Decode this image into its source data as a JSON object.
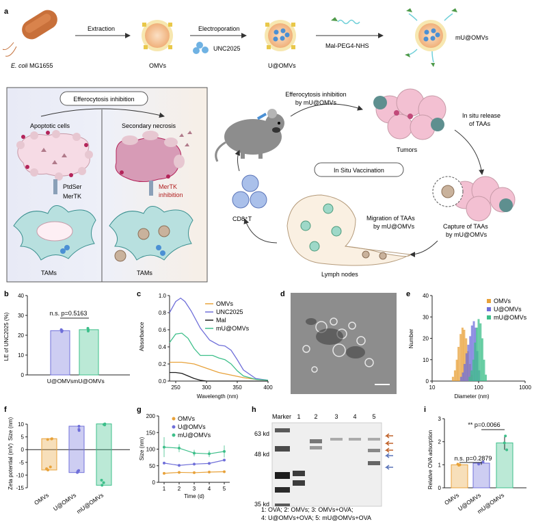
{
  "panels": {
    "a": {
      "letter": "a",
      "ecoli_italic": "E. coli",
      "ecoli_strain": " MG1655",
      "extraction": "Extraction",
      "omvs": "OMVs",
      "electroporation": "Electroporation",
      "unc2025": "UNC2025",
      "u_omvs": "U@OMVs",
      "linker": "Mal-PEG4-NHS",
      "mu_omvs": "mU@OMVs",
      "efferocytosis_box": "Efferocytosis inhibition",
      "apoptotic_cells": "Apoptotic cells",
      "secondary_necrosis": "Secondary necrosis",
      "ptdser": "PtdSer",
      "mertk": "MerTK",
      "mertk_inhibition_1": "MerTK",
      "mertk_inhibition_2": "inhibition",
      "tams_left": "TAMs",
      "tams_right": "TAMs",
      "eff_inhib_1": "Efferocytosis inhibition",
      "eff_inhib_2": "by mU@OMVs",
      "insitu_release_1": "In situ release",
      "insitu_release_2": "of TAAs",
      "tumors": "Tumors",
      "insitu_vaccination": "In Situ Vaccination",
      "cd8t": "CD8⁺T",
      "migration_1": "Migration of TAAs",
      "migration_2": "by mU@OMVs",
      "capture_1": "Capture of TAAs",
      "capture_2": "by mU@OMVs",
      "lymph_nodes": "Lymph nodes"
    },
    "b": {
      "letter": "b",
      "annotation": "n.s. p=0.5163"
    },
    "c": {
      "letter": "c"
    },
    "d": {
      "letter": "d"
    },
    "e": {
      "letter": "e"
    },
    "f": {
      "letter": "f"
    },
    "g": {
      "letter": "g"
    },
    "h": {
      "letter": "h",
      "marker_label": "Marker",
      "lanes": [
        "1",
        "2",
        "3",
        "4",
        "5"
      ],
      "kd_labels": [
        "63 kd",
        "48 kd",
        "35 kd"
      ],
      "legend_1": "1: OVA;   2: OMVs;   3: OMVs+OVA;",
      "legend_2": "4: U@OMVs+OVA;   5: mU@OMVs+OVA"
    },
    "i": {
      "letter": "i",
      "ann_ns": "n.s. p=0.2879",
      "ann_sig": "** p=0.0066"
    }
  },
  "colors": {
    "omvs": "#E8A23A",
    "u_omvs": "#6F6FD9",
    "mu_omvs": "#3DBF8A",
    "mal": "#1a1a1a"
  },
  "chart_data": [
    {
      "id": "b",
      "type": "bar",
      "categories": [
        "U@OMVs",
        "mU@OMVs"
      ],
      "values": [
        22.3,
        22.8
      ],
      "points": [
        [
          21.8,
          22.3,
          22.8
        ],
        [
          22.1,
          22.7,
          23.5
        ]
      ],
      "ylabel": "LE of UNC2025 (%)",
      "ylim": [
        0,
        40
      ],
      "yticks": [
        0,
        10,
        20,
        30,
        40
      ]
    },
    {
      "id": "c",
      "type": "line",
      "xlabel": "Wavelength (nm)",
      "ylabel": "Absorbance",
      "xlim": [
        240,
        400
      ],
      "ylim": [
        0,
        1.0
      ],
      "xticks": [
        250,
        300,
        350,
        400
      ],
      "yticks": [
        0.0,
        0.2,
        0.4,
        0.6,
        0.8,
        1.0
      ],
      "legend_placement": "top-right",
      "series": [
        {
          "name": "OMVs",
          "x": [
            240,
            250,
            260,
            270,
            280,
            300,
            320,
            340,
            360,
            380,
            400
          ],
          "y": [
            0.22,
            0.22,
            0.22,
            0.21,
            0.2,
            0.15,
            0.1,
            0.07,
            0.04,
            0.02,
            0.01
          ]
        },
        {
          "name": "UNC2025",
          "x": [
            240,
            250,
            258,
            265,
            275,
            290,
            305,
            320,
            330,
            340,
            350,
            360,
            380,
            400
          ],
          "y": [
            0.8,
            0.93,
            0.97,
            0.93,
            0.82,
            0.62,
            0.48,
            0.42,
            0.41,
            0.36,
            0.25,
            0.13,
            0.03,
            0.01
          ]
        },
        {
          "name": "Mal",
          "x": [
            240,
            250,
            260,
            270,
            280,
            290,
            300,
            400
          ],
          "y": [
            0.1,
            0.1,
            0.09,
            0.06,
            0.03,
            0.01,
            0.0,
            0.0
          ]
        },
        {
          "name": "mU@OMVs",
          "x": [
            240,
            250,
            260,
            270,
            280,
            290,
            300,
            310,
            320,
            330,
            340,
            350,
            360,
            380,
            400
          ],
          "y": [
            0.45,
            0.55,
            0.56,
            0.5,
            0.38,
            0.3,
            0.3,
            0.3,
            0.27,
            0.25,
            0.2,
            0.12,
            0.06,
            0.02,
            0.01
          ]
        }
      ]
    },
    {
      "id": "e",
      "type": "bar",
      "xlabel": "Diameter (nm)",
      "ylabel": "Number",
      "xscale": "log",
      "xlim": [
        10,
        1000
      ],
      "ylim": [
        0,
        40
      ],
      "xticks": [
        10,
        100,
        1000
      ],
      "yticks": [
        0,
        10,
        20,
        30,
        40
      ],
      "legend_placement": "top-right",
      "series": [
        {
          "name": "OMVs",
          "x": [
            28,
            31,
            34,
            37,
            41,
            45,
            49,
            54,
            59,
            65,
            71
          ],
          "values": [
            2,
            5,
            10,
            16,
            22,
            25,
            24,
            20,
            14,
            8,
            3
          ]
        },
        {
          "name": "U@OMVs",
          "x": [
            42,
            46,
            50,
            55,
            60,
            66,
            72,
            79,
            86,
            94,
            103
          ],
          "values": [
            2,
            4,
            8,
            13,
            17,
            21,
            26,
            28,
            25,
            14,
            5
          ]
        },
        {
          "name": "mU@OMVs",
          "x": [
            64,
            70,
            77,
            84,
            92,
            100,
            110,
            120,
            131,
            143
          ],
          "values": [
            2,
            5,
            10,
            18,
            25,
            29,
            27,
            20,
            10,
            3
          ]
        }
      ]
    },
    {
      "id": "f",
      "type": "bar",
      "categories": [
        "OMVs",
        "U@OMVs",
        "mU@OMVs"
      ],
      "ylabel_top": "Size (nm)",
      "ylabel_bottom": "Zeta potential (mV)",
      "ylim": [
        -15,
        10
      ],
      "yticks": [
        -15,
        -10,
        -5,
        0,
        5,
        10
      ],
      "ytick_labels": [
        "-15",
        "-10",
        "-5",
        "0",
        "5",
        "10"
      ],
      "size_points": [
        [
          42,
          40,
          43
        ],
        [
          75,
          92,
          80
        ],
        [
          97,
          99,
          101
        ]
      ],
      "zeta_points": [
        [
          -7.5,
          -8.0,
          -6.8
        ],
        [
          -8.2,
          -9.0,
          -8.5
        ],
        [
          -12.0,
          -14.0,
          -13.0
        ]
      ]
    },
    {
      "id": "g",
      "type": "line",
      "xlabel": "Time (d)",
      "ylabel": "Size (nm)",
      "x": [
        1,
        2,
        3,
        4,
        5
      ],
      "ylim": [
        0,
        200
      ],
      "yticks": [
        0,
        50,
        100,
        150,
        200
      ],
      "legend_placement": "top-left",
      "series": [
        {
          "name": "OMVs",
          "values": [
            27,
            30,
            29,
            31,
            32
          ],
          "errors": [
            3,
            3,
            3,
            3,
            3
          ]
        },
        {
          "name": "U@OMVs",
          "values": [
            58,
            51,
            55,
            57,
            67
          ],
          "errors": [
            4,
            4,
            4,
            4,
            4
          ]
        },
        {
          "name": "mU@OMVs",
          "values": [
            106,
            103,
            88,
            86,
            93
          ],
          "errors": [
            30,
            12,
            10,
            10,
            18
          ]
        }
      ]
    },
    {
      "id": "i",
      "type": "bar",
      "categories": [
        "OMVs",
        "U@OMVs",
        "mU@OMVs"
      ],
      "values": [
        1.0,
        1.07,
        1.95
      ],
      "errors": [
        0.05,
        0.07,
        0.3
      ],
      "points": [
        [
          0.98,
          1.0,
          1.03
        ],
        [
          1.03,
          1.06,
          1.12
        ],
        [
          1.65,
          1.95,
          2.25
        ]
      ],
      "ylabel": "Relative OVA adsorption",
      "ylim": [
        0,
        3
      ],
      "yticks": [
        0,
        1,
        2,
        3
      ]
    }
  ]
}
